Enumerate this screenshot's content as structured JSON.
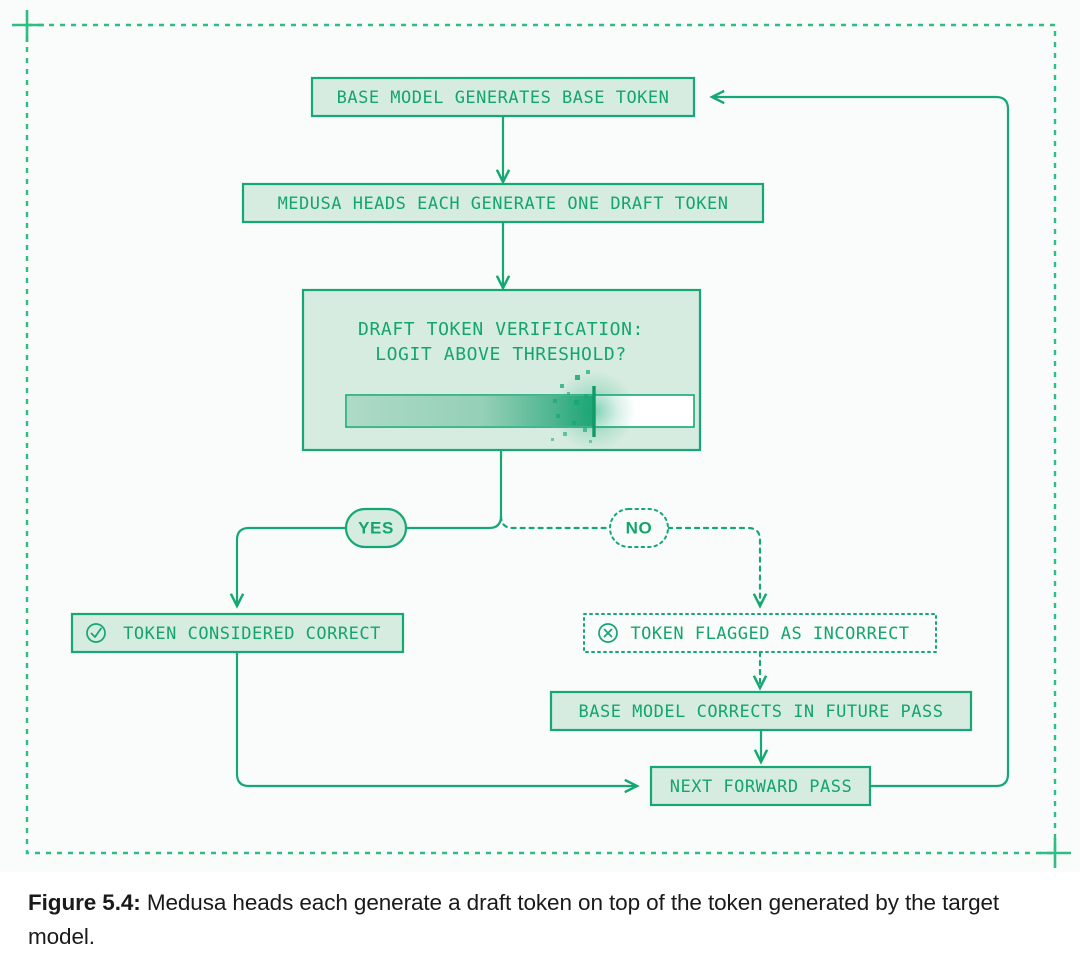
{
  "figure": {
    "caption_label": "Figure 5.4:",
    "caption_text": " Medusa heads each generate a draft token on top of the token generated by the target model."
  },
  "theme": {
    "accent": "#16a874",
    "accent_light": "#2ebd84",
    "box_fill": "#d6ece0",
    "background": "#f9fcfa",
    "text_green": "#13a66c",
    "bar_track": "#ffffff",
    "bar_fill": "#8fcdb4"
  },
  "flow": {
    "nodes": {
      "base_generate": "BASE MODEL GENERATES BASE TOKEN",
      "medusa_heads": "MEDUSA HEADS EACH GENERATE ONE DRAFT TOKEN",
      "verification_line1": "DRAFT TOKEN VERIFICATION:",
      "verification_line2": "LOGIT ABOVE THRESHOLD?",
      "token_correct": "TOKEN CONSIDERED CORRECT",
      "token_incorrect": "TOKEN FLAGGED AS INCORRECT",
      "base_corrects": "BASE MODEL CORRECTS IN FUTURE PASS",
      "next_pass": "NEXT FORWARD PASS"
    },
    "decisions": {
      "yes": "YES",
      "no": "NO"
    },
    "icons": {
      "correct": "check-circle-icon",
      "incorrect": "x-circle-icon",
      "threshold": "threshold-marker-icon"
    },
    "threshold_bar": {
      "fill_percent": 72,
      "marker_percent": 72
    }
  }
}
